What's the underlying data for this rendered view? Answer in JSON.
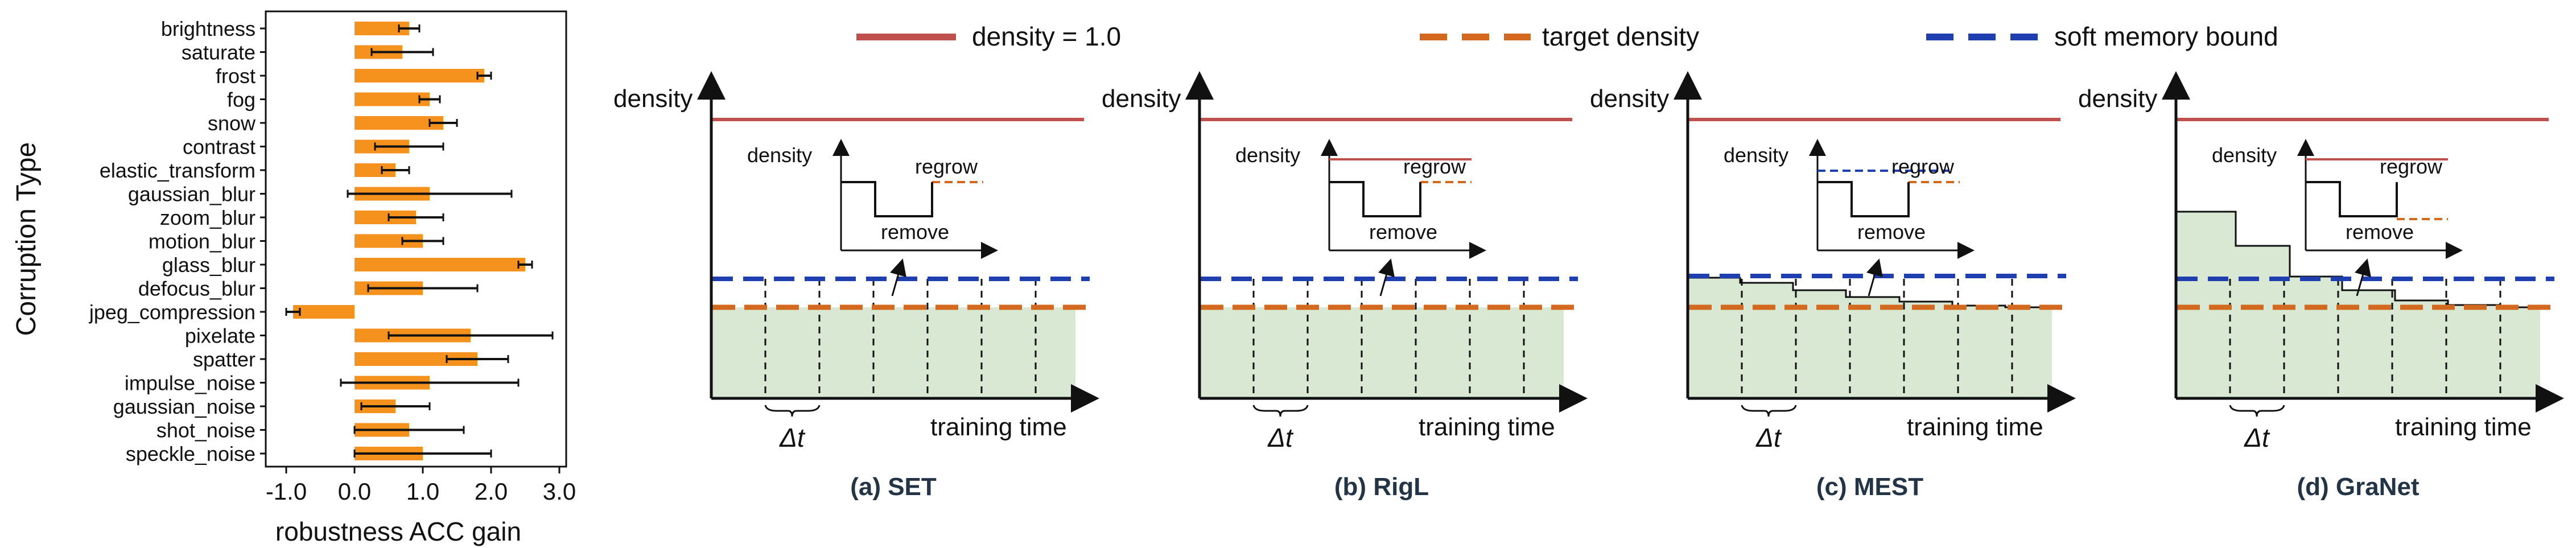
{
  "colors": {
    "bar": "#f5921e",
    "error": "#111111",
    "density_line": "#c0504d",
    "target_line": "#d2691e",
    "memory_line": "#1f3fb0",
    "fill": "#d8e8d3"
  },
  "legend": [
    {
      "label": "density = 1.0",
      "style": "solid",
      "color": "#c0504d"
    },
    {
      "label": "target density",
      "style": "dashed",
      "color": "#d2691e"
    },
    {
      "label": "soft memory bound",
      "style": "dashed",
      "color": "#1f3fb0"
    }
  ],
  "chart_data": [
    {
      "type": "bar",
      "orientation": "horizontal",
      "ylabel": "Corruption Type",
      "xlabel": "robustness ACC gain",
      "xlim": [
        -1.3,
        3.1
      ],
      "xticks": [
        "-1.0",
        "0.0",
        "1.0",
        "2.0",
        "3.0"
      ],
      "categories": [
        "brightness",
        "saturate",
        "frost",
        "fog",
        "snow",
        "contrast",
        "elastic_transform",
        "gaussian_blur",
        "zoom_blur",
        "motion_blur",
        "glass_blur",
        "defocus_blur",
        "jpeg_compression",
        "pixelate",
        "spatter",
        "impulse_noise",
        "gaussian_noise",
        "shot_noise",
        "speckle_noise"
      ],
      "values": [
        0.8,
        0.7,
        1.9,
        1.1,
        1.3,
        0.8,
        0.6,
        1.1,
        0.9,
        1.0,
        2.5,
        1.0,
        -0.9,
        1.7,
        1.8,
        1.1,
        0.6,
        0.8,
        1.0
      ],
      "error": [
        0.15,
        0.45,
        0.1,
        0.15,
        0.2,
        0.5,
        0.2,
        1.2,
        0.4,
        0.3,
        0.1,
        0.8,
        0.1,
        1.2,
        0.45,
        1.3,
        0.5,
        0.8,
        1.0
      ]
    },
    {
      "type": "diagram",
      "caption": "(a) SET",
      "ylabel": "density",
      "xlabel": "training time",
      "delta": "Δt",
      "inset": {
        "ylabel": "density",
        "labels": [
          "regrow",
          "remove"
        ]
      }
    },
    {
      "type": "diagram",
      "caption": "(b) RigL",
      "ylabel": "density",
      "xlabel": "training time",
      "delta": "Δt",
      "inset": {
        "ylabel": "density",
        "labels": [
          "regrow",
          "remove"
        ]
      }
    },
    {
      "type": "diagram",
      "caption": "(c) MEST",
      "ylabel": "density",
      "xlabel": "training time",
      "delta": "Δt",
      "inset": {
        "ylabel": "density",
        "labels": [
          "regrow",
          "remove"
        ]
      }
    },
    {
      "type": "diagram",
      "caption": "(d) GraNet",
      "ylabel": "density",
      "xlabel": "training time",
      "delta": "Δt",
      "inset": {
        "ylabel": "density",
        "labels": [
          "regrow",
          "remove"
        ]
      }
    }
  ]
}
